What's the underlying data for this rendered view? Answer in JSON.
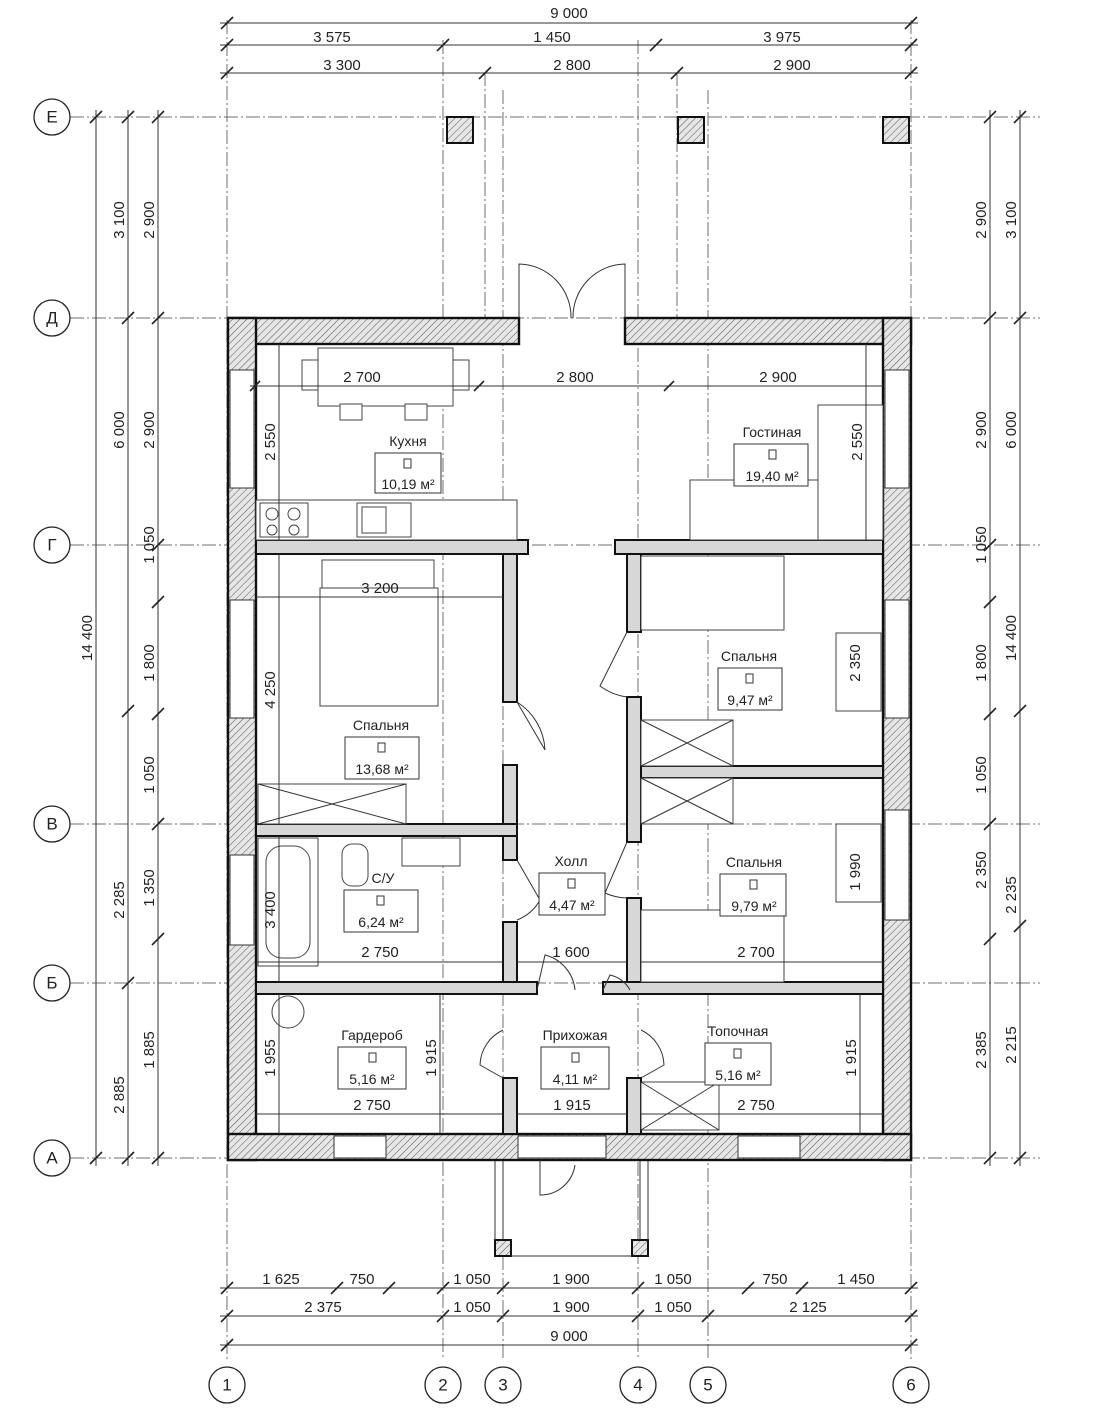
{
  "dimensions": {
    "top_overall": "9 000",
    "top_row1": [
      "3 575",
      "1 450",
      "3 975"
    ],
    "top_row2": [
      "3 300",
      "2 800",
      "2 900"
    ],
    "bottom_row1": [
      "1 625",
      "750",
      "1 050",
      "1 900",
      "1 050",
      "750",
      "1 450"
    ],
    "bottom_row2": [
      "2 375",
      "1 050",
      "1 900",
      "1 050",
      "2 125"
    ],
    "bottom_overall": "9 000",
    "left_overall": "14 400",
    "left_row1": [
      "3 100",
      "6 000",
      "2 285",
      "2 885"
    ],
    "left_row2": [
      "2 900",
      "2 900",
      "1 050",
      "1 800",
      "1 050",
      "1 350",
      "1 885"
    ],
    "right_overall": "14 400",
    "right_row1": [
      "3 100",
      "6 000",
      "2 235",
      "2 215"
    ],
    "right_row2": [
      "2 900",
      "2 900",
      "1 050",
      "1 800",
      "1 050",
      "2 350",
      "2 385"
    ],
    "inner": {
      "kitchen_width": "2 700",
      "hall_width": "2 800",
      "living_width": "2 900",
      "kitchen_depth": "2 550",
      "living_depth": "2 550",
      "bedroom1_width": "3 200",
      "bedroom1_depth": "4 250",
      "bedroom2_depth": "2 350",
      "bedroom3_depth": "1 990",
      "bath_depth": "3 400",
      "bath_width": "2 750",
      "hall_lower_width": "1 600",
      "bedroom3_width": "2 700",
      "wardrobe_depth": "1 955",
      "wardrobe_depth2": "1 915",
      "wardrobe_width": "2 750",
      "entry_width": "1 915",
      "boiler_width": "2 750",
      "boiler_depth": "1 915"
    }
  },
  "axes": {
    "columns": [
      "1",
      "2",
      "3",
      "4",
      "5",
      "6"
    ],
    "rows": [
      "Е",
      "Д",
      "Г",
      "В",
      "Б",
      "А"
    ]
  },
  "rooms": [
    {
      "name": "Кухня",
      "area": "10,19 м²"
    },
    {
      "name": "Гостиная",
      "area": "19,40 м²"
    },
    {
      "name": "Спальня",
      "area": "13,68 м²"
    },
    {
      "name": "Спальня",
      "area": "9,47 м²"
    },
    {
      "name": "Холл",
      "area": "4,47 м²"
    },
    {
      "name": "С/У",
      "area": "6,24 м²"
    },
    {
      "name": "Спальня",
      "area": "9,79 м²"
    },
    {
      "name": "Гардероб",
      "area": "5,16 м²"
    },
    {
      "name": "Прихожая",
      "area": "4,11 м²"
    },
    {
      "name": "Топочная",
      "area": "5,16 м²"
    }
  ]
}
